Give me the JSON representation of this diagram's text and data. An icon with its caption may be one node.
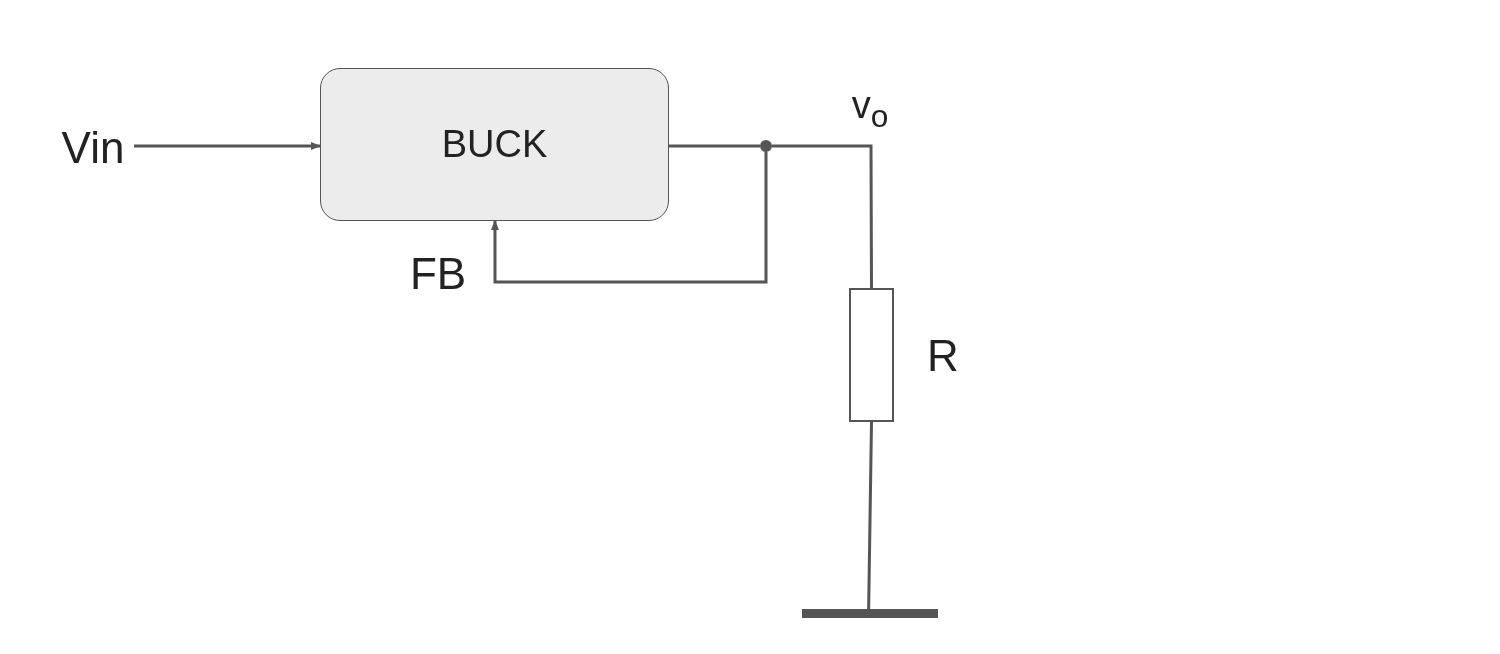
{
  "diagram": {
    "nodes": [
      {
        "text": [
          "Vin"
        ]
      },
      {
        "text": [
          "BUCK"
        ]
      },
      {
        "text": [],
        "shape": "circle"
      },
      {
        "text": [],
        "shape": "box",
        "beside": [
          "R"
        ]
      },
      {
        "text": [],
        "shape": "bar"
      }
    ],
    "edges": [
      {
        "from": 0,
        "to": 1,
        "arrow": "to"
      },
      {
        "from": 1,
        "to": 2,
        "arrow": "none"
      },
      {
        "from": 2,
        "to": 1,
        "arrow": "to",
        "label": "FB"
      },
      {
        "from": 2,
        "to": 3,
        "arrow": "none"
      },
      {
        "from": 3,
        "to": 4,
        "arrow": "none"
      }
    ],
    "labels": [
      "v$_{o}$"
    ]
  }
}
